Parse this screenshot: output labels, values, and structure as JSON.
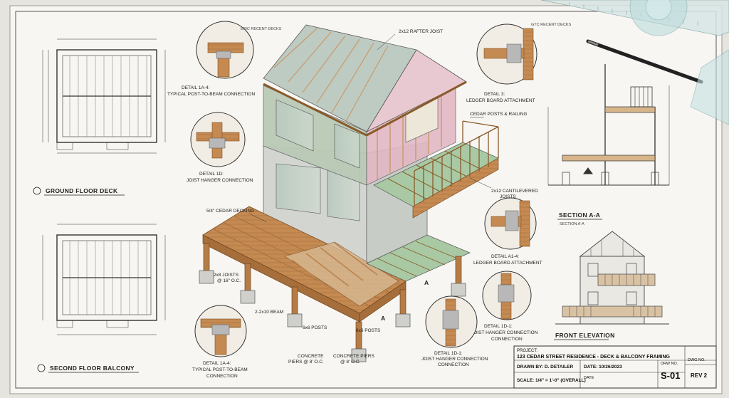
{
  "sheet": {
    "views": {
      "ground_floor": "GROUND FLOOR DECK",
      "second_floor": "SECOND FLOOR BALCONY",
      "section": "SECTION A-A",
      "section_sub": "SECTION A-A",
      "front_elev": "FRONT ELEVATION"
    },
    "details": {
      "d_top_left": [
        "DETAIL 1A-4:",
        "TYPICAL POST-TO-BEAM CONNECTION"
      ],
      "d_mid_left": [
        "DETAIL 1D:",
        "JOIST HANGER CONNECTION"
      ],
      "d_bot_left": [
        "DETAIL 1A-4:",
        "TYPICAL POST-TO-BEAM",
        "CONNECTION"
      ],
      "d_top_right": [
        "DETAIL 3:",
        "LEDGER BOARD ATTACHMENT"
      ],
      "d_mid_right": [
        "DETAIL A1-4:",
        "LEDGER BOARD ATTACHMENT"
      ],
      "d_bot_right": [
        "DETAIL 1D-1:",
        "JOIST HANGER CONNECTION",
        "CONNECTION"
      ],
      "d_bot_center": [
        "DETAIL 1D-1:",
        "JOIST HANGER CONNECTION",
        "CONNECTION"
      ]
    },
    "callouts": {
      "rafter": "2x12 RAFTER JOIST",
      "cedar_posts": "CEDAR POSTS & RAILING",
      "cantilever": [
        "2x12 CANTILEVERED",
        "JOISTS"
      ],
      "decking": "5/4\" CEDAR DECKING",
      "joists": [
        "2x8 JOISTS",
        "@ 16\" O.C."
      ],
      "beam": "2-2x10 BEAM",
      "posts_a": "6x6 POSTS",
      "posts_b": "6x6 POSTS",
      "piers_a": [
        "CONCRETE",
        "PIERS @ 8' O.C."
      ],
      "piers_b": [
        "CONCRETE PIERS",
        "@ 8' O.C."
      ],
      "section_mark": "A",
      "note_top_left": "EPIC RECENT DECKS",
      "note_top_right": "GTC RECENT DECKS"
    },
    "title_block": {
      "project_label": "PROJECT:",
      "project": "123 CEDAR STREET RESIDENCE - DECK & BALCONY FRAMING",
      "drawn": "DRAWN BY: D. DETAILER",
      "date": "DATE: 10/26/2023",
      "drw_no_label": "DRW NO.",
      "sheet_no": "S-01",
      "scale": "SCALE: 1/4\" = 1'-0\" (OVERALL)",
      "date_label": "DATE",
      "rev_label": "DWG NO.",
      "rev": "REV 2"
    }
  }
}
